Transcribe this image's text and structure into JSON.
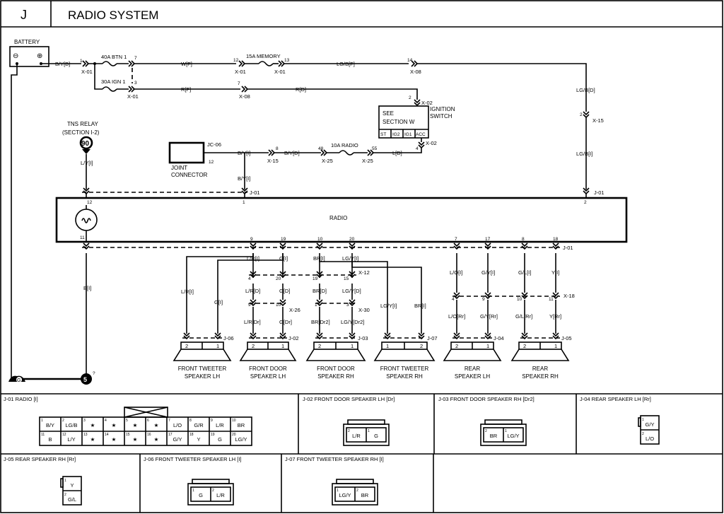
{
  "header": {
    "section": "J",
    "title": "RADIO SYSTEM"
  },
  "battery": {
    "label": "BATTERY",
    "minus": "⊖",
    "plus": "⊕",
    "wire": "B/Y[B]",
    "conn_left": "X-01",
    "conn_left_pin": "1"
  },
  "fuses": {
    "btn": {
      "label": "40A BTN 1",
      "pin_in": "7",
      "conn": "X-01"
    },
    "ign": {
      "label": "30A IGN 1",
      "pin": "3",
      "conn": "X-01"
    },
    "memory": {
      "label": "15A MEMORY",
      "pin_in": "12",
      "conn_in": "X-01",
      "pin_out": "13",
      "conn_out": "X-01"
    },
    "radio": {
      "label": "10A RADIO",
      "pin_in": "48",
      "conn_in": "X-25",
      "pin_out": "55",
      "conn_out": "X-25"
    }
  },
  "wires": {
    "w_f": "W[F]",
    "r_f": "R[F]",
    "r_d": "R[D]",
    "lgb_f": "LG/B[F]",
    "lgb_d": "LG/B[D]",
    "lgb_i": "LG/B[I]",
    "by_i": "B/Y[I]",
    "by_d": "B/Y[D]",
    "l_d": "L[D]",
    "ly_i": "L/Y[I]",
    "by_i2": "B/Y[I]",
    "b_i": "B[I]"
  },
  "conns": {
    "x08a": {
      "pin": "14",
      "name": "X-08"
    },
    "x08b": {
      "pin": "7",
      "name": "X-08"
    },
    "x02a": {
      "pin": "2",
      "name": "X-02"
    },
    "x02b": {
      "pin": "4",
      "name": "X-02"
    },
    "x15a": {
      "pin": "2",
      "name": "X-15"
    },
    "x15b": {
      "pin": "8",
      "name": "X-15"
    },
    "jc06": {
      "name": "JC-06",
      "pin": "12"
    },
    "j01": "J-01"
  },
  "ignition": {
    "see": "SEE",
    "section": "SECTION W",
    "title1": "IGNITION",
    "title2": "SWITCH",
    "cells": [
      "ST",
      "IG2",
      "IG1",
      "ACC"
    ]
  },
  "tns": {
    "line1": "TNS RELAY",
    "line2": "(SECTION I-2)",
    "number": "90"
  },
  "joint": {
    "line1": "JOINT",
    "line2": "CONNECTOR"
  },
  "radio": {
    "label": "RADIO",
    "pins_top": [
      "12",
      "1",
      "2"
    ],
    "pins_bottom": [
      "11",
      "9",
      "19",
      "10",
      "20",
      "7",
      "17",
      "8",
      "18"
    ]
  },
  "speakers": [
    {
      "line1": "FRONT TWEETER",
      "line2": "SPEAKER LH",
      "conn": "J-06",
      "pins": [
        "2",
        "1"
      ]
    },
    {
      "line1": "FRONT DOOR",
      "line2": "SPEAKER LH",
      "conn": "J-02",
      "pins": [
        "2",
        "1"
      ]
    },
    {
      "line1": "FRONT DOOR",
      "line2": "SPEAKER RH",
      "conn": "J-03",
      "pins": [
        "2",
        "1"
      ]
    },
    {
      "line1": "FRONT TWEETER",
      "line2": "SPEAKER RH",
      "conn": "J-07",
      "pins": [
        "1",
        "2"
      ]
    },
    {
      "line1": "REAR",
      "line2": "SPEAKER LH",
      "conn": "J-04",
      "pins": [
        "2",
        "1"
      ]
    },
    {
      "line1": "REAR",
      "line2": "SPEAKER RH",
      "conn": "J-05",
      "pins": [
        "2",
        "1"
      ]
    }
  ],
  "spk_wires": {
    "lr_i": "L/R[I]",
    "g_i": "G[I]",
    "br_i": "BR[I]",
    "lgy_i": "LG/Y[I]",
    "lr_d": "L/R[D]",
    "g_d": "G[D]",
    "br_d": "BR[D]",
    "lgy_d": "LG/Y[D]",
    "lr_dr": "L/R[Dr]",
    "g_dr": "G[Dr]",
    "br_dr2": "BR[Dr2]",
    "lgy_dr2": "LG/Y[Dr2]",
    "lo_i": "L/O[I]",
    "gy_i": "G/Y[I]",
    "gl_i": "G/L[I]",
    "y_i": "Y[I]",
    "lo_rr": "L/O[Rr]",
    "gy_rr": "G/Y[Rr]",
    "gl_rr": "G/L[Rr]",
    "y_rr": "Y[Rr]",
    "lr_i2": "L/R[I]",
    "g_i2": "G[I]",
    "lgy_i2": "LG/Y[I]",
    "br_i2": "BR[I]"
  },
  "mid_conns": {
    "p4": "4",
    "p20": "20",
    "p19": "19",
    "p15": "15",
    "x12": "X-12",
    "p9": "9",
    "p10": "10",
    "x26": "X-26",
    "p1": "1",
    "p3": "3",
    "x30": "X-30",
    "p4b": "4",
    "p9b": "9",
    "p10b": "10",
    "p11": "11",
    "x18": "X-18"
  },
  "ground": {
    "g": "G",
    "five": "5",
    "q": "?"
  },
  "connectors": {
    "j01": {
      "title": "J-01 RADIO [I]",
      "top": [
        [
          "",
          "B/Y"
        ],
        [
          "2",
          "LG/B"
        ],
        [
          "3",
          "★"
        ],
        [
          "4",
          "★"
        ],
        [
          "5",
          "★"
        ],
        [
          "6",
          "★"
        ],
        [
          "7",
          "L/O"
        ],
        [
          "8",
          "G/R"
        ],
        [
          "9",
          "L/R"
        ],
        [
          "10",
          "BR"
        ]
      ],
      "bottom": [
        [
          "11",
          "B"
        ],
        [
          "12",
          "L/Y"
        ],
        [
          "13",
          "★"
        ],
        [
          "14",
          "★"
        ],
        [
          "15",
          "★"
        ],
        [
          "16",
          "★"
        ],
        [
          "17",
          "G/Y"
        ],
        [
          "18",
          "Y"
        ],
        [
          "19",
          "G"
        ],
        [
          "20",
          "LG/Y"
        ]
      ],
      "pin1": "1"
    },
    "j02": {
      "title": "J-02 FRONT DOOR SPEAKER LH [Dr]",
      "cells": [
        [
          "2",
          "L/R"
        ],
        [
          "1",
          "G"
        ]
      ]
    },
    "j03": {
      "title": "J-03 FRONT DOOR SPEAKER RH [Dr2]",
      "cells": [
        [
          "2",
          "BR"
        ],
        [
          "1",
          "LG/Y"
        ]
      ]
    },
    "j04": {
      "title": "J-04 REAR SPEAKER LH [Rr]",
      "cells": [
        [
          "1",
          "G/Y"
        ],
        [
          "2",
          "L/O"
        ]
      ]
    },
    "j05": {
      "title": "J-05 REAR SPEAKER RH [Rr]",
      "cells": [
        [
          "1",
          "Y"
        ],
        [
          "2",
          "G/L"
        ]
      ]
    },
    "j06": {
      "title": "J-06 FRONT TWEETER SPEAKER LH [I]",
      "cells": [
        [
          "1",
          "G"
        ],
        [
          "2",
          "L/R"
        ]
      ]
    },
    "j07": {
      "title": "J-07 FRONT TWEETER SPEAKER RH [I]",
      "cells": [
        [
          "1",
          "LG/Y"
        ],
        [
          "2",
          "BR"
        ]
      ]
    }
  }
}
